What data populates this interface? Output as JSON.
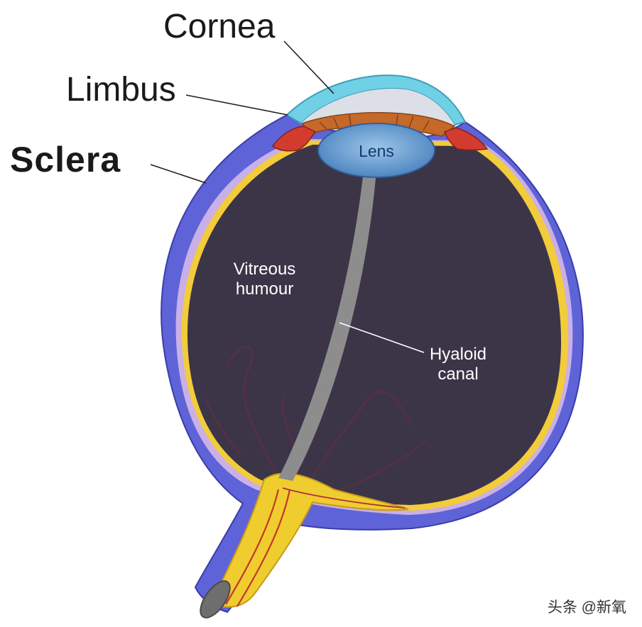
{
  "labels": {
    "cornea": "Cornea",
    "limbus": "Limbus",
    "sclera": "Sclera",
    "lens": "Lens",
    "vitreous_line1": "Vitreous",
    "vitreous_line2": "humour",
    "hyaloid_line1": "Hyaloid",
    "hyaloid_line2": "canal"
  },
  "watermark": "头条 @新氧",
  "colors": {
    "sclera": "#5f63d8",
    "choroid": "#c9b0e6",
    "retina": "#f2cc3a",
    "vitreous": "#3c3548",
    "cornea": "#6fd0e6",
    "lens": "#6fa3d4",
    "iris": "#c4692a",
    "ciliary": "#d23c2e",
    "hyaloid": "#8d8d8d",
    "optic_nerve": "#f0cd2e"
  }
}
